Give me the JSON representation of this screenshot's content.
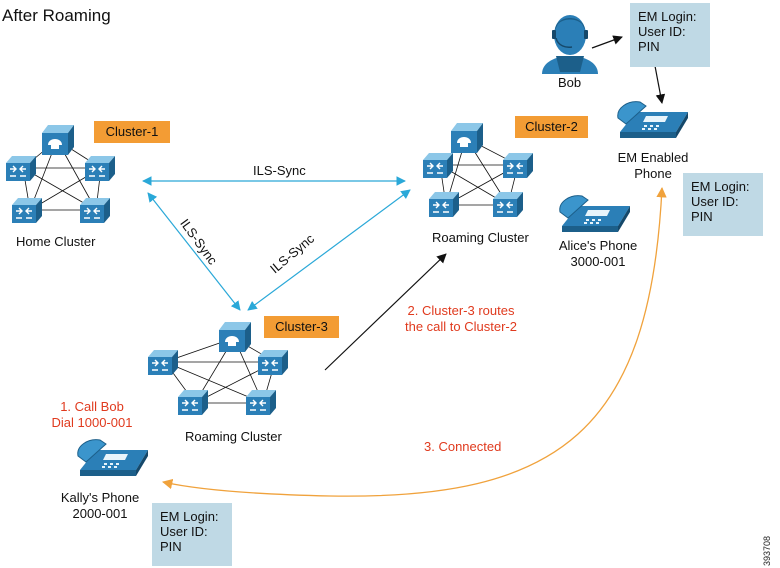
{
  "title": "After Roaming",
  "clusters": {
    "home": {
      "tag": "Cluster-1",
      "label": "Home Cluster"
    },
    "roaming2": {
      "tag": "Cluster-2",
      "label": "Roaming Cluster"
    },
    "roaming3": {
      "tag": "Cluster-3",
      "label": "Roaming Cluster"
    }
  },
  "links": {
    "top": "ILS-Sync",
    "left": "ILS-Sync",
    "right": "ILS-Sync"
  },
  "bob": {
    "name": "Bob"
  },
  "em_boxes": [
    {
      "line1": "EM Login:",
      "line2": "User ID:",
      "line3": "PIN"
    },
    {
      "line1": "EM Login:",
      "line2": "User ID:",
      "line3": "PIN"
    },
    {
      "line1": "EM Login:",
      "line2": "User ID:",
      "line3": "PIN"
    }
  ],
  "phones": {
    "em_enabled": {
      "line1": "EM Enabled",
      "line2": "Phone"
    },
    "alice": {
      "line1": "Alice's Phone",
      "line2": "3000-001"
    },
    "kally": {
      "line1": "Kally's Phone",
      "line2": "2000-001"
    }
  },
  "steps": {
    "step1_line1": "1. Call Bob",
    "step1_line2": "Dial 1000-001",
    "step2_line1": "2. Cluster-3 routes",
    "step2_line2": "the call to Cluster-2",
    "step3": "3. Connected"
  },
  "figure_id": "393708",
  "colors": {
    "cluster_tag": "#f39c34",
    "em_box": "#bfd9e5",
    "sync_arrow": "#2aa8d8",
    "connected_arc": "#f0a23c",
    "step_text": "#e03a1e",
    "device_blue": "#2b7fb7"
  }
}
